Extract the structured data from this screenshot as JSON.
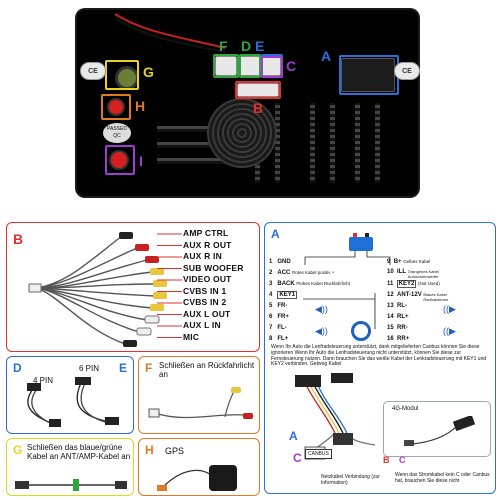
{
  "unit": {
    "ear_left": "CE",
    "ear_right": "CE",
    "letters": {
      "A": "A",
      "B": "B",
      "C": "C",
      "D": "D",
      "E": "E",
      "F": "F",
      "G": "G",
      "H": "H",
      "I": "I"
    },
    "colors": {
      "A": "#2a6fdb",
      "B": "#e0322e",
      "C": "#a23bd1",
      "D": "#2fa63a",
      "E": "#2a6fdb",
      "F": "#2fa63a",
      "G": "#e8d325",
      "H": "#e07a26",
      "I": "#a23bd1"
    },
    "sticker_lines": [
      "PASSED",
      "QC"
    ]
  },
  "panel_b": {
    "letter": "B",
    "cables": [
      "AMP CTRL",
      "AUX  R  OUT",
      "AUX  R  IN",
      "SUB  WOOFER",
      "VIDEO  OUT",
      "CVBS IN 1",
      "CVBS IN 2",
      "AUX  L  OUT",
      "AUX  L  IN",
      "MIC"
    ]
  },
  "panel_a": {
    "letter": "A",
    "left_pins": [
      {
        "num": "1",
        "name": "GND",
        "desc": ""
      },
      {
        "num": "2",
        "name": "ACC",
        "desc": "Rotes Kabel positiv +"
      },
      {
        "num": "3",
        "name": "BACK",
        "desc": "Pinkes Kabel Rückfahrlicht"
      },
      {
        "num": "4",
        "name": "KEY1",
        "desc": ""
      },
      {
        "num": "5",
        "name": "FR-",
        "desc": ""
      },
      {
        "num": "6",
        "name": "FR+",
        "desc": ""
      },
      {
        "num": "7",
        "name": "FL-",
        "desc": ""
      },
      {
        "num": "8",
        "name": "FL+",
        "desc": ""
      }
    ],
    "right_pins": [
      {
        "num": "9",
        "name": "B+",
        "desc": "Gelbes Kabel"
      },
      {
        "num": "10",
        "name": "ILL",
        "desc": "Orangenes Kabel Autoscheinwerfer"
      },
      {
        "num": "11",
        "name": "KEY2",
        "desc": "(Not Used)"
      },
      {
        "num": "12",
        "name": "ANT-12V",
        "desc": "Blaues Kabel Radioantenne"
      },
      {
        "num": "13",
        "name": "RL-",
        "desc": ""
      },
      {
        "num": "14",
        "name": "RL+",
        "desc": ""
      },
      {
        "num": "15",
        "name": "RR-",
        "desc": ""
      },
      {
        "num": "16",
        "name": "RR+",
        "desc": ""
      }
    ],
    "note": "Wenn Ihr Auto die Lenfradsteuerung unterstützt, dank mitgelieferten Canbus können Sie diese ignorieren Wenn Ihr Auto die Lenfradsteuerung nicht unterstützt, können Sie diese zur Fernsteuerung nutzen. Dann brauchen Sie das weiße Kabel der Lenkradsteuerung mit KEY1 und KEY2 verbinden. Getwog Kabel",
    "module_label": "4G-Modul",
    "canbus_label": "CANBUS",
    "caption_left": "Netzkabel Verbindung (zur Information)",
    "caption_right": "Wenn das Stromkabel kein C oder Canbus hat, brauchen Sie diese nicht",
    "sub_a": "A",
    "sub_c": "C",
    "sub_b": "B",
    "sub_c2": "C"
  },
  "panel_d": {
    "letter_d": "D",
    "letter_e": "E",
    "label_4": "4 PIN",
    "label_6": "6 PIN"
  },
  "panel_f": {
    "letter": "F",
    "text": "Schließen an Rückfahrlicht an"
  },
  "panel_g": {
    "letter": "G",
    "text": "Schließen das blaue/grüne Kabel an ANT/AMP-Kabel an"
  },
  "panel_h": {
    "letter": "H",
    "text": "GPS"
  }
}
